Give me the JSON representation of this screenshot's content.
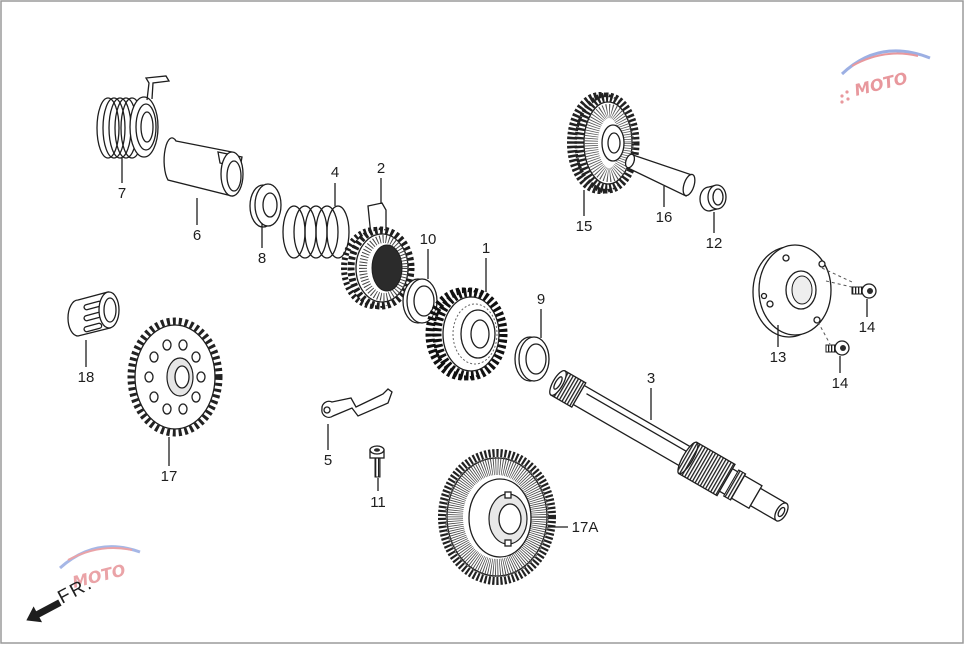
{
  "figure": {
    "callouts": [
      {
        "label": "7"
      },
      {
        "label": "6"
      },
      {
        "label": "8"
      },
      {
        "label": "4"
      },
      {
        "label": "2"
      },
      {
        "label": "10"
      },
      {
        "label": "1"
      },
      {
        "label": "9"
      },
      {
        "label": "3"
      },
      {
        "label": "15"
      },
      {
        "label": "16"
      },
      {
        "label": "12"
      },
      {
        "label": "13"
      },
      {
        "label": "14"
      },
      {
        "label": "14"
      },
      {
        "label": "18"
      },
      {
        "label": "17"
      },
      {
        "label": "5"
      },
      {
        "label": "11"
      },
      {
        "label": "17A"
      }
    ],
    "direction_marker": "FR.",
    "watermark_text": "MOTO"
  },
  "colors": {
    "background": "#ffffff",
    "line": "#1e1e1e",
    "border": "#9a9a9a",
    "watermark_red": "#d2343e",
    "watermark_blue": "#3c62c8"
  }
}
